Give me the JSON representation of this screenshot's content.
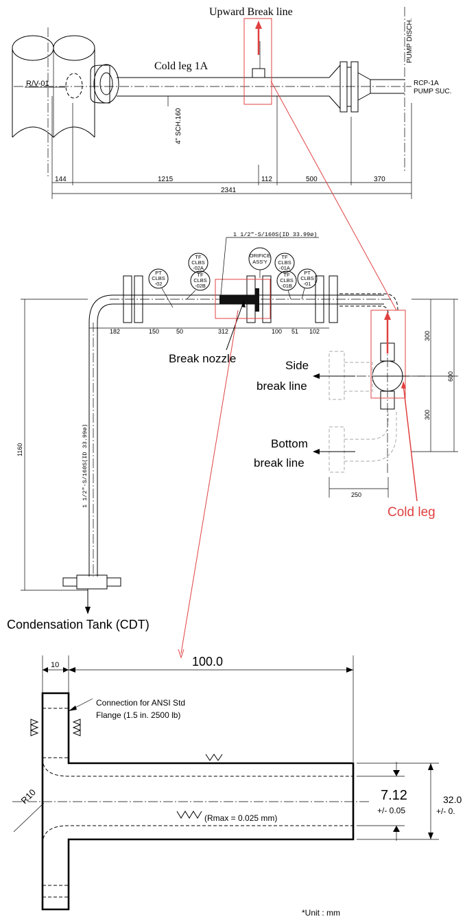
{
  "top": {
    "upward_break_line": "Upward Break line",
    "cold_leg_1a": "Cold leg 1A",
    "rv_label": "R/V-01",
    "sch_label": "4\" SCH.160",
    "pump_disch": "PUMP DISCH.",
    "rcp_label": "RCP-1A",
    "pump_suc": "PUMP SUC.",
    "dims": [
      "144",
      "1215",
      "112",
      "500",
      "370"
    ],
    "total_dim": "2341"
  },
  "middle": {
    "pipe_spec_top": "1 1/2\"-S/160S(ID 33.99ø)",
    "pipe_spec_vertical": "1 1/2\"-S/160S(ID 33.99ø)",
    "instruments": [
      {
        "l1": "PT",
        "l2": "CLBS",
        "l3": "-02"
      },
      {
        "l1": "TF",
        "l2": "CLBS",
        "l3": "-02A"
      },
      {
        "l1": "TF",
        "l2": "CLBS",
        "l3": "-02B"
      },
      {
        "l1": "ORIFICE",
        "l2": "ASS'Y",
        "l3": ""
      },
      {
        "l1": "TF",
        "l2": "CLBS",
        "l3": "-01A"
      },
      {
        "l1": "TF",
        "l2": "CLBS",
        "l3": "-01B"
      },
      {
        "l1": "PT",
        "l2": "CLBS",
        "l3": "-01"
      }
    ],
    "horiz_dims": [
      "182",
      "150",
      "50",
      "312",
      "100",
      "51",
      "102"
    ],
    "dim_1160": "1160",
    "dim_300a": "300",
    "dim_300b": "300",
    "dim_600": "600",
    "dim_250": "250",
    "break_nozzle": "Break nozzle",
    "side_break_1": "Side",
    "side_break_2": "break line",
    "bottom_break_1": "Bottom",
    "bottom_break_2": "break line",
    "cold_leg": "Cold leg",
    "cdt": "Condensation Tank (CDT)"
  },
  "bottom": {
    "dim_10": "10",
    "dim_100": "100.0",
    "connection_1": "Connection for ANSI Std",
    "connection_2": "Flange (1.5 in. 2500 lb)",
    "r10": "R10",
    "rmax": "(Rmax = 0.025 mm)",
    "dim_712": "7.12",
    "tol_712": "+/- 0.05",
    "dim_32": "32.0",
    "tol_32": "+/- 0.",
    "unit": "*Unit : mm"
  },
  "colors": {
    "accent_red": "#e04040",
    "line": "#000000"
  }
}
